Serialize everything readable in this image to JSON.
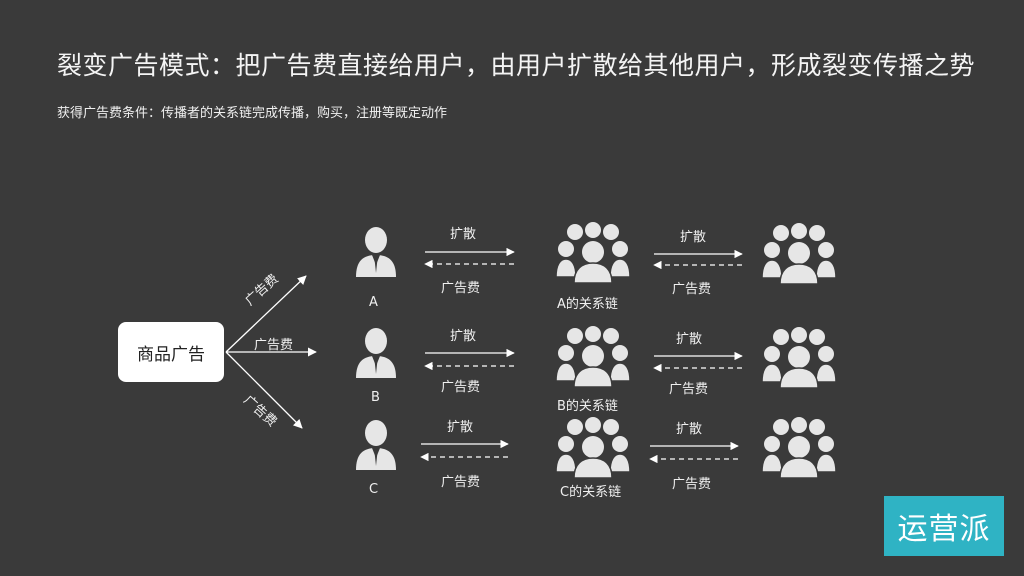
{
  "title": "裂变广告模式：把广告费直接给用户，由用户扩散给其他用户，形成裂变传播之势",
  "subtitle": "获得广告费条件：传播者的关系链完成传播，购买，注册等既定动作",
  "source_node": "商品广告",
  "branch_labels": [
    "广告费",
    "广告费",
    "广告费"
  ],
  "rows": [
    {
      "person": "A",
      "spread_1": "扩散",
      "fee_1": "广告费",
      "chain": "A的关系链",
      "spread_2": "扩散",
      "fee_2": "广告费"
    },
    {
      "person": "B",
      "spread_1": "扩散",
      "fee_1": "广告费",
      "chain": "B的关系链",
      "spread_2": "扩散",
      "fee_2": "广告费"
    },
    {
      "person": "C",
      "spread_1": "扩散",
      "fee_1": "广告费",
      "chain": "C的关系链",
      "spread_2": "扩散",
      "fee_2": "广告费"
    }
  ],
  "logo_text": "运营派",
  "colors": {
    "background": "#3a3a3a",
    "foreground": "#ffffff",
    "icon": "#e6e6e6",
    "logo": "#2fb3c4"
  },
  "icons": {
    "person": "person-icon",
    "group": "group-icon"
  }
}
